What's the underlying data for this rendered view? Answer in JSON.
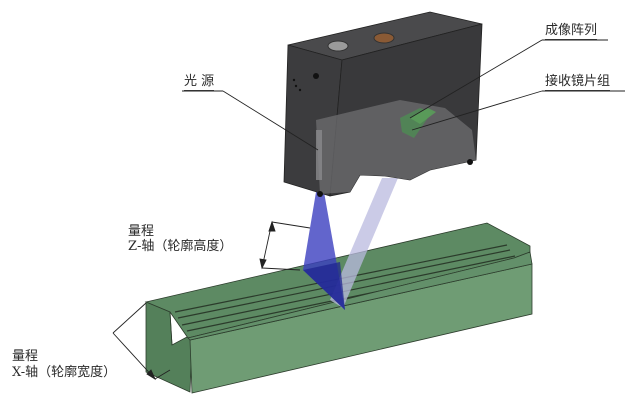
{
  "diagram": {
    "subject": "laser line profile sensor measuring a grooved workpiece",
    "labels": {
      "imaging_array": "成像阵列",
      "receiving_lens": "接收镜片组",
      "light_source": "光 源",
      "z_range_title": "量程",
      "z_range_axis": "Z-轴（轮廓高度）",
      "x_range_title": "量程",
      "x_range_axis": "X-轴（轮廓宽度）"
    },
    "colors": {
      "sensor_body": "#3a3a3c",
      "sensor_window": "#6e6e70",
      "workpiece_top": "#5d8a63",
      "workpiece_front": "#6f9c74",
      "workpiece_side": "#54805a",
      "laser_beam": "#3b3fbf",
      "reflected_beam": "#b9badf",
      "connector_copper": "#8a5a35",
      "connector_steel": "#9a9a9a"
    }
  }
}
